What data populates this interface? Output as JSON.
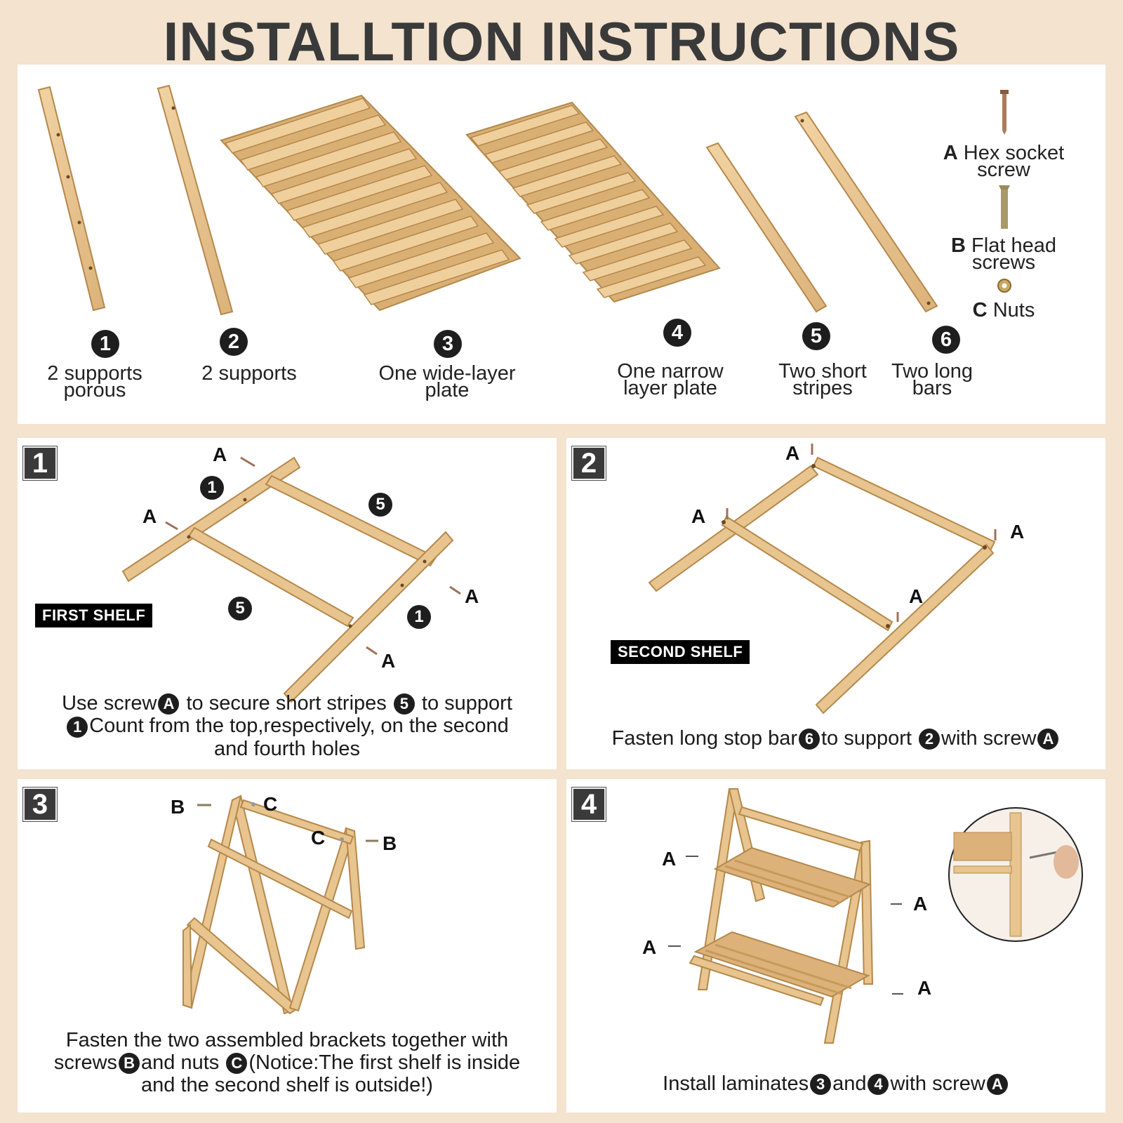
{
  "title": "INSTALLTION INSTRUCTIONS",
  "parts": [
    {
      "num": "1",
      "label_l1": "2 supports",
      "label_l2": "porous"
    },
    {
      "num": "2",
      "label_l1": "2 supports",
      "label_l2": ""
    },
    {
      "num": "3",
      "label_l1": "One wide-layer",
      "label_l2": "plate"
    },
    {
      "num": "4",
      "label_l1": "One narrow",
      "label_l2": "layer plate"
    },
    {
      "num": "5",
      "label_l1": "Two short",
      "label_l2": "stripes"
    },
    {
      "num": "6",
      "label_l1": "Two long",
      "label_l2": "bars"
    }
  ],
  "hardware": [
    {
      "letter": "A",
      "l1": "Hex socket",
      "l2": "screw"
    },
    {
      "letter": "B",
      "l1": "Flat head",
      "l2": "screws"
    },
    {
      "letter": "C",
      "l1": "Nuts",
      "l2": ""
    }
  ],
  "steps": [
    {
      "num": "1",
      "tag": "FIRST SHELF",
      "desc": {
        "t1": "Use screw",
        "c1": "A",
        "t2": "to secure short stripes",
        "c2": "5",
        "t3": "to support",
        "c3": "1",
        "t4": "Count from the top,respectively, on the second",
        "t5": "and fourth holes"
      }
    },
    {
      "num": "2",
      "tag": "SECOND SHELF",
      "desc": {
        "t1": "Fasten long stop bar",
        "c1": "6",
        "t2": "to support",
        "c2": "2",
        "t3": "with screw",
        "c3": "A"
      }
    },
    {
      "num": "3",
      "tag": "",
      "desc": {
        "t1": "Fasten the two assembled brackets together with",
        "t2": "screws",
        "c1": "B",
        "t3": "and nuts",
        "c2": "C",
        "t4": "(Notice:The first shelf is inside",
        "t5": "and the second shelf is outside!)"
      }
    },
    {
      "num": "4",
      "tag": "",
      "desc": {
        "t1": "Install laminates",
        "c1": "3",
        "t2": "and",
        "c2": "4",
        "t3": "with screw",
        "c3": "A"
      }
    }
  ],
  "callouts": {
    "A": "A",
    "B": "B",
    "C": "C",
    "one": "1",
    "five": "5"
  },
  "colors": {
    "wood": "#e8c48e",
    "wood_dark": "#c79a5a",
    "wood_edge": "#b5884c",
    "background": "#f3e3cf",
    "badge": "#1e1e1e"
  }
}
